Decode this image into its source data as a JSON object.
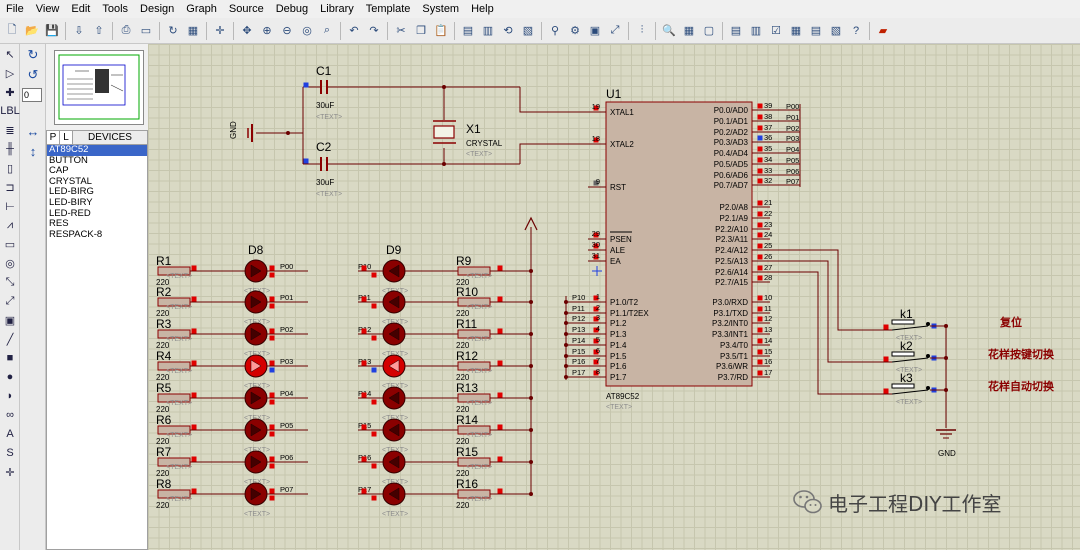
{
  "menu": [
    "File",
    "View",
    "Edit",
    "Tools",
    "Design",
    "Graph",
    "Source",
    "Debug",
    "Library",
    "Template",
    "System",
    "Help"
  ],
  "rotation_value": "0",
  "device_panel": {
    "tab_p": "P",
    "tab_l": "L",
    "title": "DEVICES",
    "items": [
      "AT89C52",
      "BUTTON",
      "CAP",
      "CRYSTAL",
      "LED-BIRG",
      "LED-BIRY",
      "LED-RED",
      "RES",
      "RESPACK-8"
    ],
    "selected": 0
  },
  "schematic": {
    "c1": {
      "ref": "C1",
      "value": "30uF",
      "text": "<TEXT>"
    },
    "c2": {
      "ref": "C2",
      "value": "30uF",
      "text": "<TEXT>"
    },
    "x1": {
      "ref": "X1",
      "value": "CRYSTAL",
      "text": "<TEXT>"
    },
    "gnd_label": "GND",
    "u1": {
      "ref": "U1",
      "part": "AT89C52",
      "text": "<TEXT>",
      "left_pins": [
        {
          "num": "19",
          "name": "XTAL1"
        },
        {
          "num": "18",
          "name": "XTAL2"
        },
        {
          "num": "9",
          "name": "RST"
        },
        {
          "num": "29",
          "name": "PSEN"
        },
        {
          "num": "30",
          "name": "ALE"
        },
        {
          "num": "31",
          "name": "EA"
        },
        {
          "num": "1",
          "name": "P1.0/T2"
        },
        {
          "num": "2",
          "name": "P1.1/T2EX"
        },
        {
          "num": "3",
          "name": "P1.2"
        },
        {
          "num": "4",
          "name": "P1.3"
        },
        {
          "num": "5",
          "name": "P1.4"
        },
        {
          "num": "6",
          "name": "P1.5"
        },
        {
          "num": "7",
          "name": "P1.6"
        },
        {
          "num": "8",
          "name": "P1.7"
        }
      ],
      "right_pins": [
        {
          "num": "39",
          "name": "P0.0/AD0"
        },
        {
          "num": "38",
          "name": "P0.1/AD1"
        },
        {
          "num": "37",
          "name": "P0.2/AD2"
        },
        {
          "num": "36",
          "name": "P0.3/AD3"
        },
        {
          "num": "35",
          "name": "P0.4/AD4"
        },
        {
          "num": "34",
          "name": "P0.5/AD5"
        },
        {
          "num": "33",
          "name": "P0.6/AD6"
        },
        {
          "num": "32",
          "name": "P0.7/AD7"
        },
        {
          "num": "21",
          "name": "P2.0/A8"
        },
        {
          "num": "22",
          "name": "P2.1/A9"
        },
        {
          "num": "23",
          "name": "P2.2/A10"
        },
        {
          "num": "24",
          "name": "P2.3/A11"
        },
        {
          "num": "25",
          "name": "P2.4/A12"
        },
        {
          "num": "26",
          "name": "P2.5/A13"
        },
        {
          "num": "27",
          "name": "P2.6/A14"
        },
        {
          "num": "28",
          "name": "P2.7/A15"
        },
        {
          "num": "10",
          "name": "P3.0/RXD"
        },
        {
          "num": "11",
          "name": "P3.1/TXD"
        },
        {
          "num": "12",
          "name": "P3.2/INT0"
        },
        {
          "num": "13",
          "name": "P3.3/INT1"
        },
        {
          "num": "14",
          "name": "P3.4/T0"
        },
        {
          "num": "15",
          "name": "P3.5/T1"
        },
        {
          "num": "16",
          "name": "P3.6/WR"
        },
        {
          "num": "17",
          "name": "P3.7/RD"
        }
      ],
      "p1_net_labels": [
        "P10",
        "P11",
        "P12",
        "P13",
        "P14",
        "P15",
        "P16",
        "P17"
      ],
      "p0_net_labels": [
        "P00",
        "P01",
        "P02",
        "P03",
        "P04",
        "P05",
        "P06",
        "P07"
      ]
    },
    "left_group": {
      "res_refs": [
        "R1",
        "R2",
        "R3",
        "R4",
        "R5",
        "R6",
        "R7",
        "R8"
      ],
      "led_ref": "D8",
      "nets": [
        "P00",
        "P01",
        "P02",
        "P03",
        "P04",
        "P05",
        "P06",
        "P07"
      ]
    },
    "right_group": {
      "res_refs": [
        "R9",
        "R10",
        "R11",
        "R12",
        "R13",
        "R14",
        "R15",
        "R16"
      ],
      "led_ref": "D9",
      "nets": [
        "P10",
        "P11",
        "P12",
        "P13",
        "P14",
        "P15",
        "P16",
        "P17"
      ]
    },
    "res_value": "220",
    "text_placeholder": "<TEXT>",
    "buttons": [
      {
        "ref": "k1",
        "label": "复位"
      },
      {
        "ref": "k2",
        "label": "花样按键切换"
      },
      {
        "ref": "k3",
        "label": "花样自动切换"
      }
    ],
    "gnd_bottom": "GND"
  },
  "watermark": "电子工程DIY工作室",
  "colors": {
    "wire": "#6b0000",
    "component": "#8b0000",
    "led_fill": "#d40000",
    "chip_fill": "#c8b4a4",
    "pin_red": "#e00000",
    "pin_blue": "#2040e0",
    "selection": "#3a66c8"
  }
}
